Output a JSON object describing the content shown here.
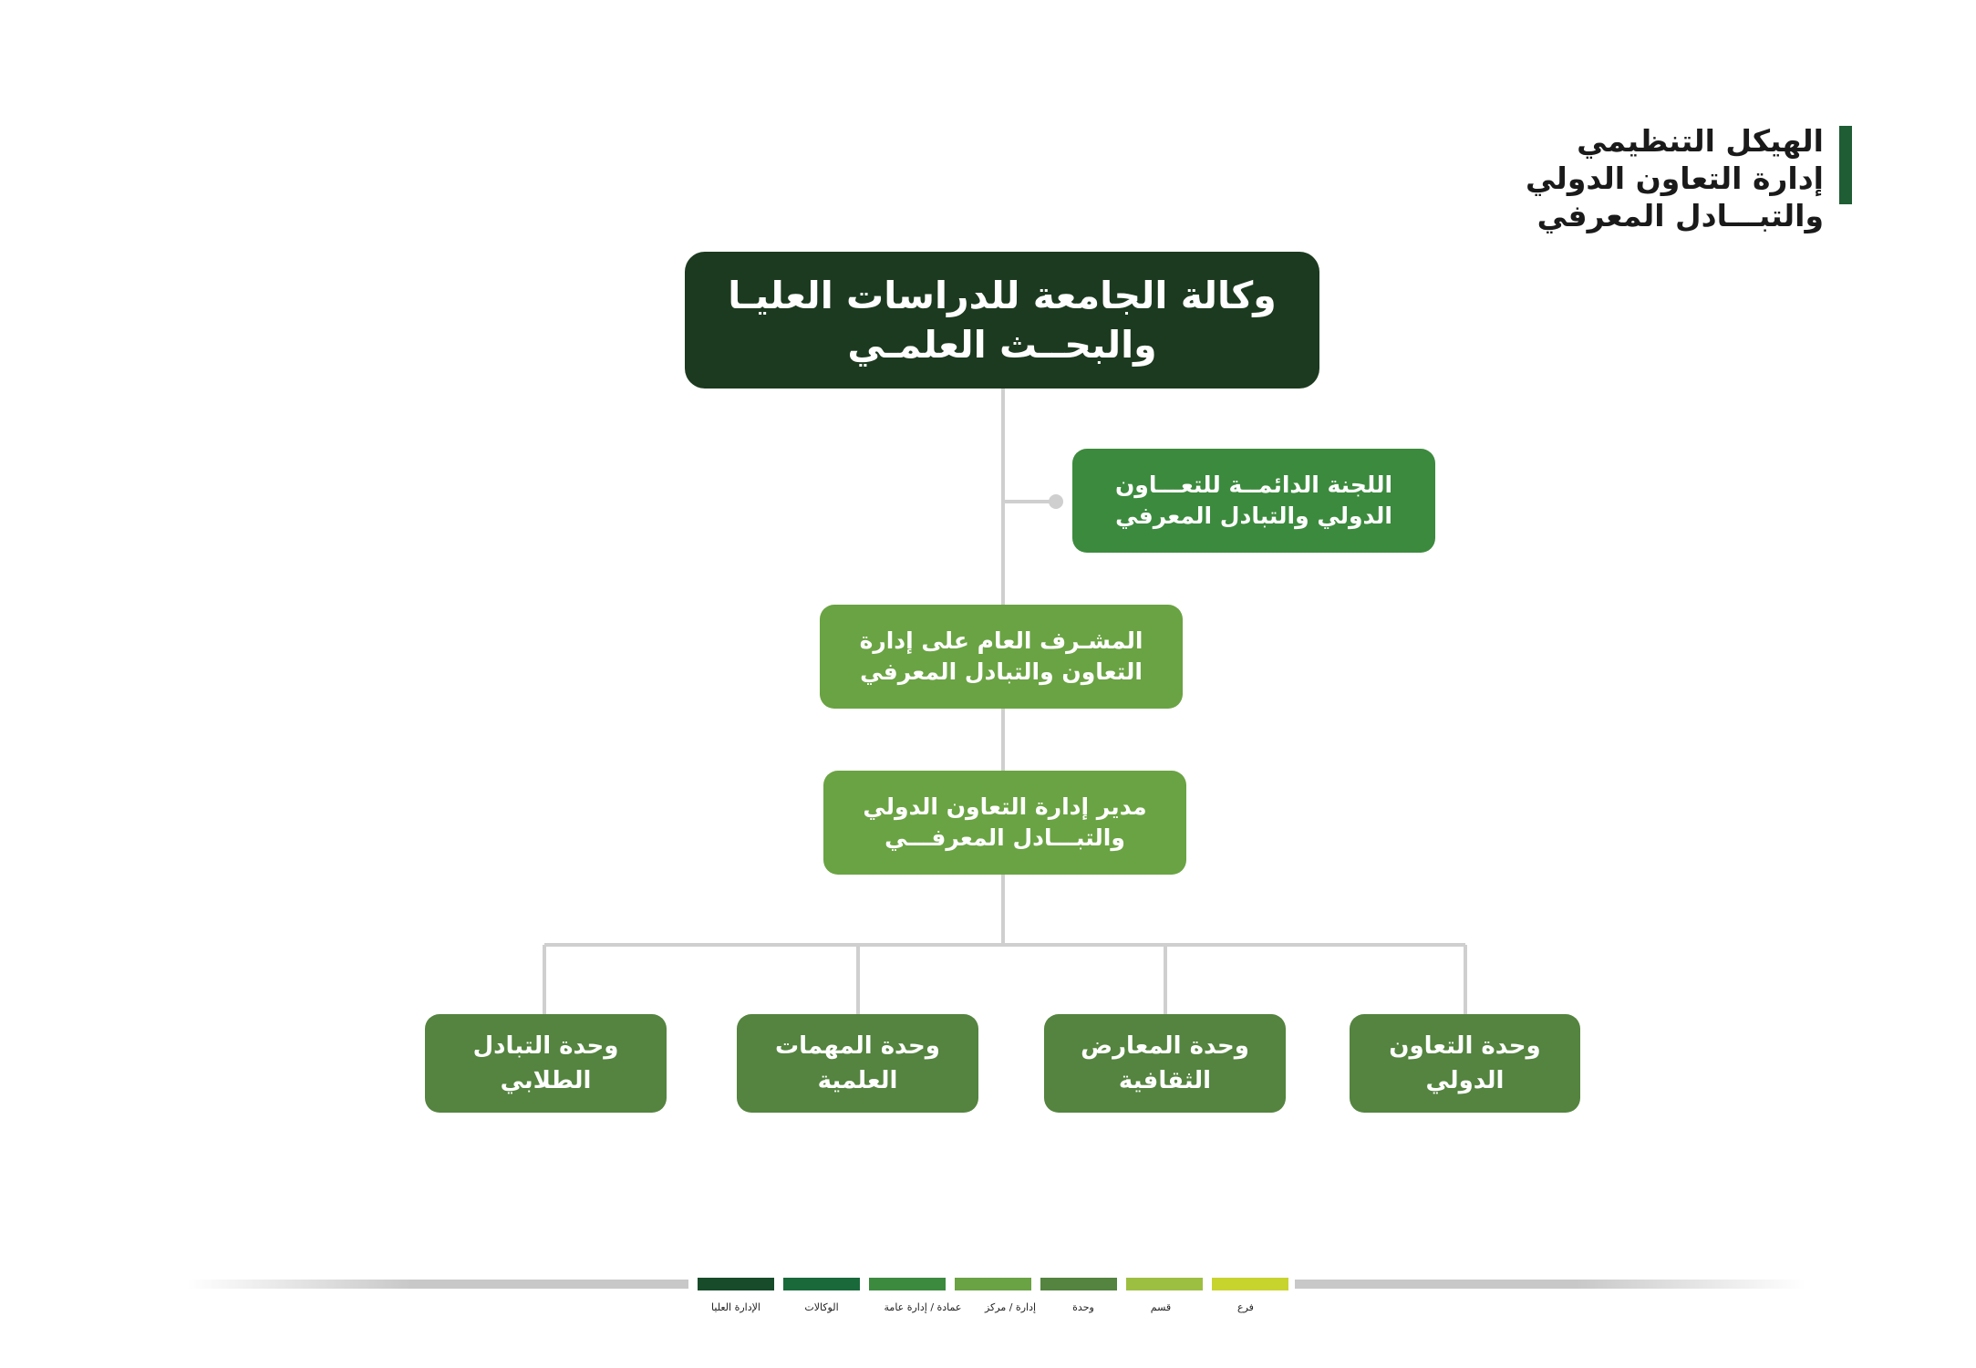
{
  "title": {
    "line1": "الهيكل التنظيمي",
    "line2": "إدارة التعاون الدولي",
    "line3": "والتبـــادل المعرفي"
  },
  "nodes": {
    "root": {
      "line1": "وكالة الجامعة للدراسات العليـا",
      "line2": "والبحــث العلمـي"
    },
    "committee": {
      "line1": "اللجنة الدائمــة للتعـــاون",
      "line2": "الدولي والتبادل المعرفي"
    },
    "supervisor": {
      "line1": "المشـرف العام على إدارة",
      "line2": "التعاون والتبادل المعرفي"
    },
    "director": {
      "line1": "مدير إدارة التعاون الدولي",
      "line2": "والتبـــادل المعرفـــي"
    },
    "units": [
      {
        "line1": "وحدة التبادل",
        "line2": "الطلابي"
      },
      {
        "line1": "وحدة المهمات",
        "line2": "العلمية"
      },
      {
        "line1": "وحدة المعارض",
        "line2": "الثقافية"
      },
      {
        "line1": "وحدة التعاون",
        "line2": "الدولي"
      }
    ]
  },
  "legend": [
    {
      "label": "الإدارة العليا",
      "color": "#174b2a"
    },
    {
      "label": "الوكالات",
      "color": "#19693a"
    },
    {
      "label": "عمادة / إدارة عامة",
      "color": "#3c8a3e"
    },
    {
      "label": "إدارة / مركز",
      "color": "#6aa343"
    },
    {
      "label": "وحدة",
      "color": "#54843f"
    },
    {
      "label": "قسم",
      "color": "#9dbf41"
    },
    {
      "label": "فرع",
      "color": "#c8d42e"
    }
  ],
  "colors": {
    "title_bar": "#1f5d34",
    "connector": "#cfcfcf",
    "root": "#1c3a1f",
    "committee": "#3c8a3e",
    "management": "#6aa343",
    "unit": "#54843f"
  }
}
